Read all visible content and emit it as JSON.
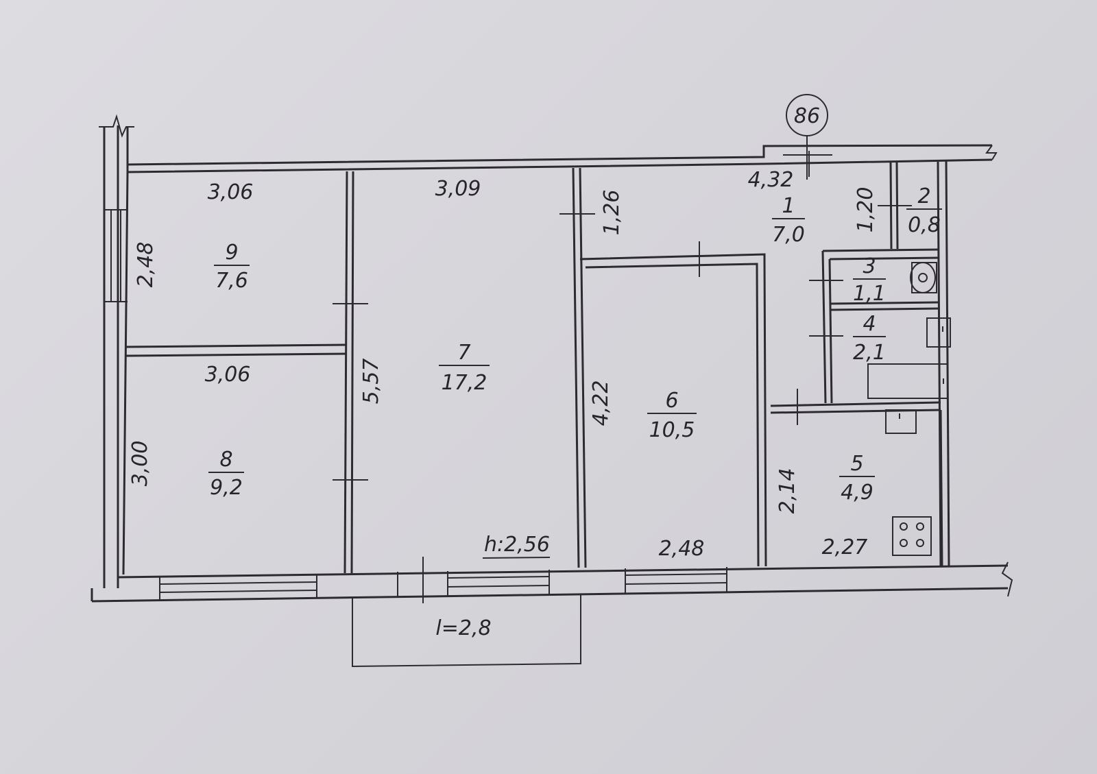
{
  "drawing": {
    "building_number": "86",
    "ceiling_height_label": "h:2,56",
    "balcony_length_label": "l=2,8"
  },
  "rooms": [
    {
      "number": "1",
      "area": "7,0"
    },
    {
      "number": "2",
      "area": "0,8"
    },
    {
      "number": "3",
      "area": "1,1"
    },
    {
      "number": "4",
      "area": "2,1"
    },
    {
      "number": "5",
      "area": "4,9"
    },
    {
      "number": "6",
      "area": "10,5"
    },
    {
      "number": "7",
      "area": "17,2"
    },
    {
      "number": "8",
      "area": "9,2"
    },
    {
      "number": "9",
      "area": "7,6"
    }
  ],
  "dimensions": {
    "room9_width": "3,06",
    "room9_depth": "2,48",
    "room8_width": "3,06",
    "room8_depth": "3,00",
    "room7_width": "3,09",
    "room7_depth": "5,57",
    "hall_width": "4,32",
    "hall_depth": "1,26",
    "wc_depth": "1,20",
    "room6_depth": "4,22",
    "room6_width": "2,48",
    "kitchen_depth": "2,14",
    "kitchen_width": "2,27"
  },
  "colors": {
    "paper": "#d9d8dd",
    "ink": "#2c2b30"
  }
}
